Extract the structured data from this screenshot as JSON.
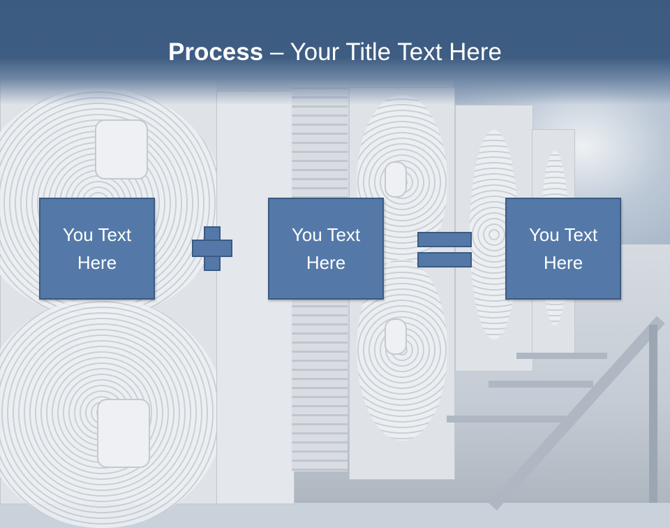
{
  "slide": {
    "title_bold": "Process",
    "title_rest": " – Your Title Text Here",
    "steps": [
      {
        "label": "You Text\nHere"
      },
      {
        "label": "You Text\nHere"
      },
      {
        "label": "You Text\nHere"
      }
    ],
    "operators": [
      "plus-icon",
      "equals-icon"
    ]
  },
  "colors": {
    "title_band": "#3e5d82",
    "box_fill": "#5479a8",
    "box_border": "#3b5a82",
    "text": "#ffffff"
  }
}
